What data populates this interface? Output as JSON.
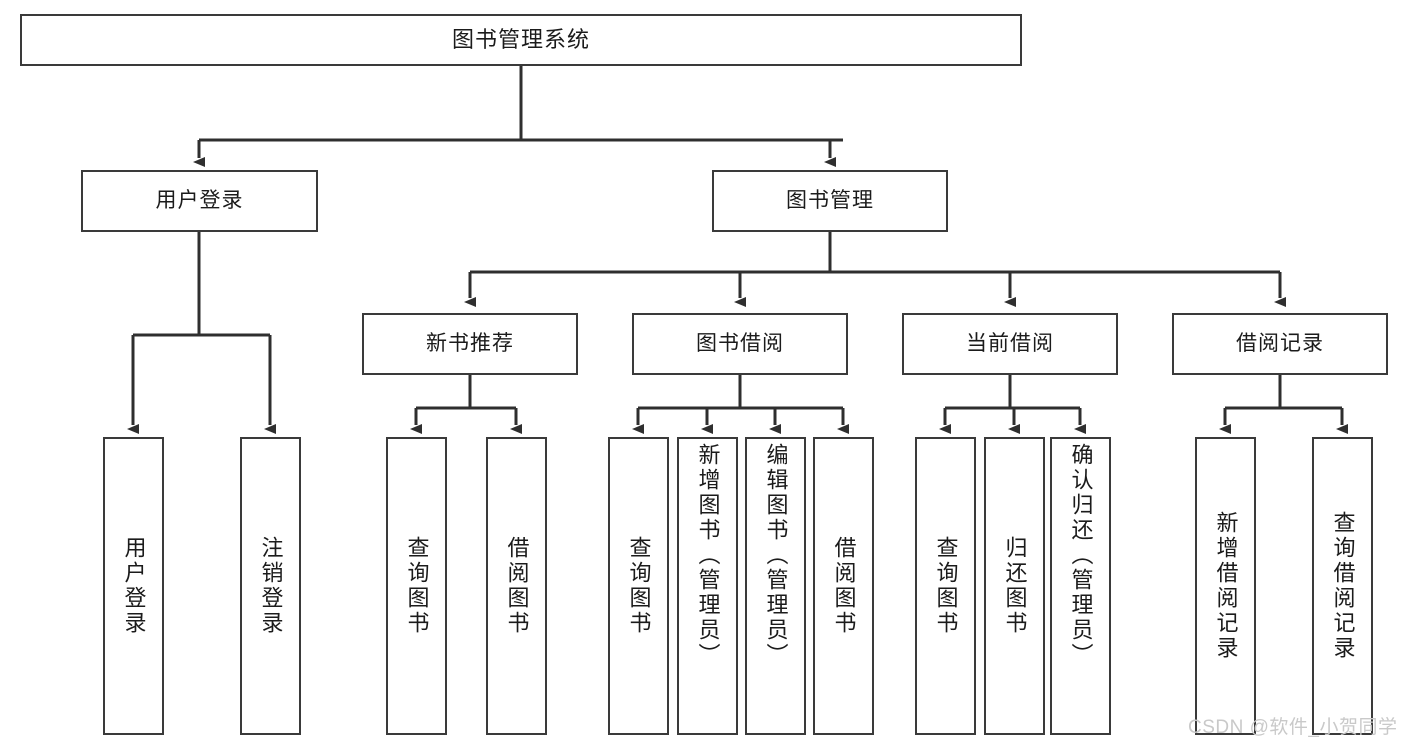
{
  "diagram": {
    "title": "图书管理系统",
    "type": "functional-structure-tree",
    "watermark": "CSDN @软件_小贺同学",
    "colors": {
      "box_border": "#3a3a3a",
      "box_fill": "#ffffff",
      "connector": "#2f2f2f",
      "text": "#1b1b1b",
      "watermark": "#c9c9c9"
    },
    "root": {
      "label": "图书管理系统"
    },
    "level2": [
      {
        "label": "用户登录"
      },
      {
        "label": "图书管理"
      }
    ],
    "level3": [
      {
        "label": "新书推荐"
      },
      {
        "label": "图书借阅"
      },
      {
        "label": "当前借阅"
      },
      {
        "label": "借阅记录"
      }
    ],
    "leaves": {
      "user_login": [
        {
          "label": "用户登录"
        },
        {
          "label": "注销登录"
        }
      ],
      "new_book_recommend": [
        {
          "label": "查询图书"
        },
        {
          "label": "借阅图书"
        }
      ],
      "book_borrow": [
        {
          "label": "查询图书"
        },
        {
          "label": "新增图书（管理员）"
        },
        {
          "label": "编辑图书（管理员）"
        },
        {
          "label": "借阅图书"
        }
      ],
      "current_borrow": [
        {
          "label": "查询图书"
        },
        {
          "label": "归还图书"
        },
        {
          "label": "确认归还（管理员）"
        }
      ],
      "borrow_record": [
        {
          "label": "新增借阅记录"
        },
        {
          "label": "查询借阅记录"
        }
      ]
    }
  }
}
